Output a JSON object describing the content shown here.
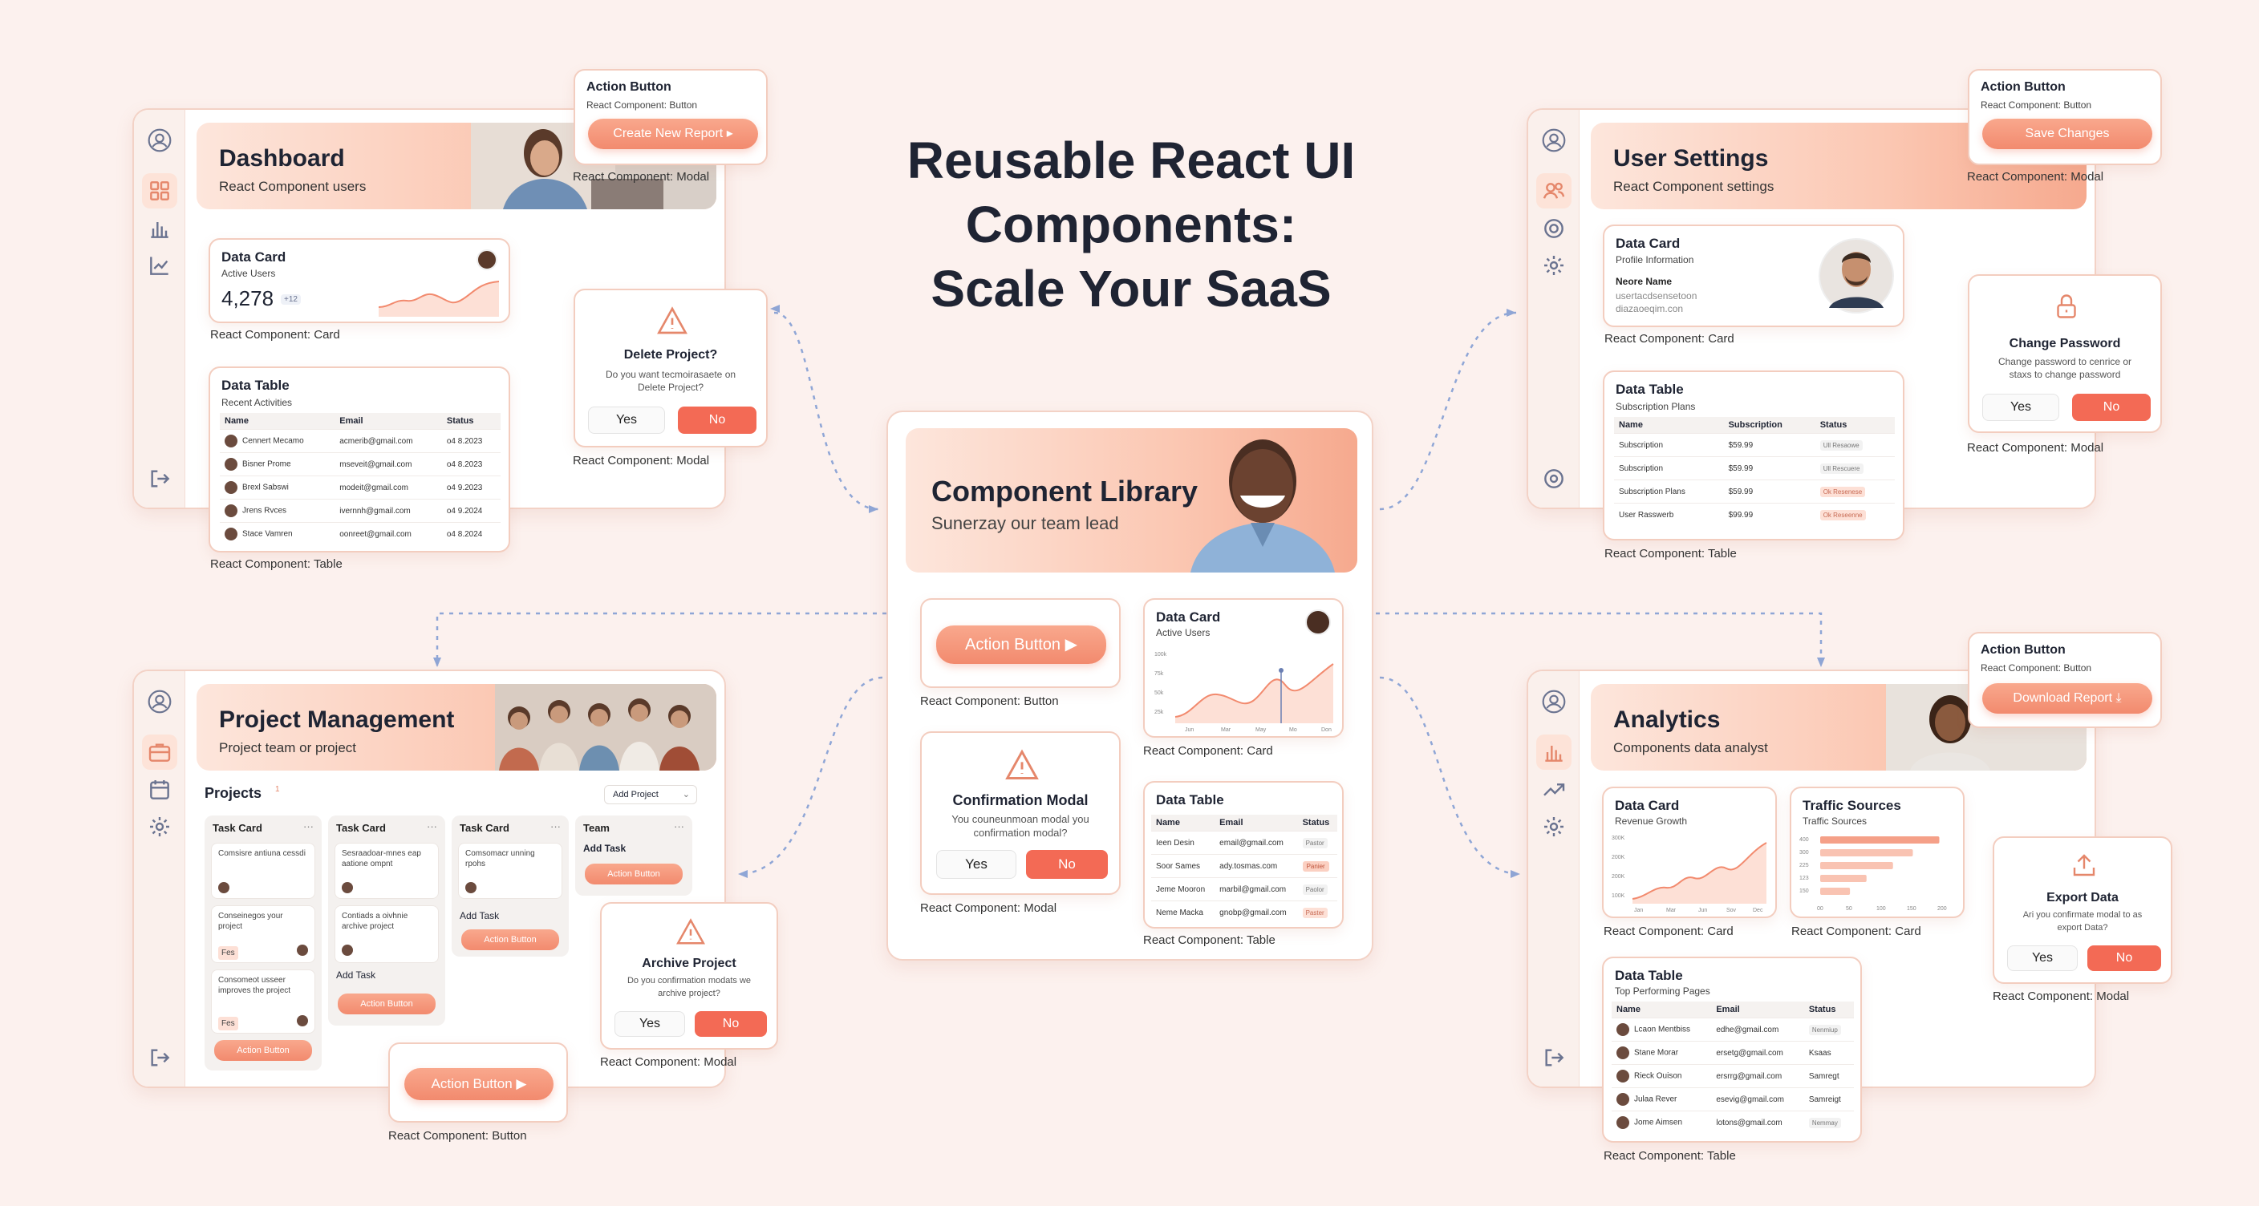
{
  "title": {
    "line1": "Reusable React UI",
    "line2": "Components:",
    "line3": "Scale Your SaaS"
  },
  "colors": {
    "accent": "#f28a6e",
    "no": "#f36a55",
    "background": "#fcf1ee",
    "text": "#1f2433"
  },
  "dashboard": {
    "title": "Dashboard",
    "subtitle": "React Component users",
    "action": {
      "title": "Action Button",
      "sub": "React Component: Button",
      "label": "Create New Report",
      "caption": "React Component: Modal"
    },
    "card": {
      "title": "Data Card",
      "sub": "Active Users",
      "value": "4,278",
      "badge": "+12",
      "caption": "React Component: Card"
    },
    "table": {
      "title": "Data Table",
      "sub": "Recent Activities",
      "headers": [
        "Name",
        "Email",
        "Status"
      ],
      "rows": [
        [
          "Cennert Mecamo",
          "acmerib@gmail.com",
          "o4 8.2023"
        ],
        [
          "Bisner Prome",
          "mseveit@gmail.com",
          "o4 8.2023"
        ],
        [
          "Brexl Sabswi",
          "modeit@gmail.com",
          "o4 9.2023"
        ],
        [
          "Jrens Rvces",
          "ivernnh@gmail.com",
          "o4 9.2024"
        ],
        [
          "Stace Vamren",
          "oonreet@gmail.com",
          "o4 8.2024"
        ]
      ],
      "caption": "React Component: Table"
    },
    "modal": {
      "title": "Delete Project?",
      "body1": "Do you want tecmoirasaete on",
      "body2": "Delete Project?",
      "yes": "Yes",
      "no": "No",
      "caption": "React Component: Modal"
    }
  },
  "settings": {
    "title": "User Settings",
    "subtitle": "React Component settings",
    "action": {
      "title": "Action Button",
      "sub": "React Component: Button",
      "label": "Save Changes",
      "caption": "React Component: Modal"
    },
    "card": {
      "title": "Data Card",
      "sub": "Profile Information",
      "name": "Neore Name",
      "line1": "usertacdsensetoon",
      "line2": "diazaoeqim.con",
      "caption": "React Component: Card"
    },
    "table": {
      "title": "Data Table",
      "sub": "Subscription Plans",
      "headers": [
        "Name",
        "Subscription",
        "Status"
      ],
      "rows": [
        [
          "Subscription",
          "$59.99",
          "Ull Resaowe"
        ],
        [
          "Subscription",
          "$59.99",
          "Ull Rescuere"
        ],
        [
          "Subscription Plans",
          "$59.99",
          "Ok Resenese"
        ],
        [
          "User Rasswerb",
          "$99.99",
          "Ok Reseenne"
        ]
      ],
      "caption": "React Component: Table"
    },
    "modal": {
      "title": "Change Password",
      "body1": "Change password to cenrice or",
      "body2": "staxs to change password",
      "yes": "Yes",
      "no": "No",
      "caption": "React Component: Modal"
    }
  },
  "library": {
    "title": "Component Library",
    "subtitle": "Sunerzay our team lead",
    "button": {
      "label": "Action Button",
      "caption": "React Component: Button"
    },
    "card": {
      "title": "Data Card",
      "sub": "Active Users",
      "yticks": [
        "100k",
        "75k",
        "50k",
        "25k"
      ],
      "xticks": [
        "Jun",
        "Mar",
        "May",
        "Mo",
        "Don"
      ],
      "caption": "React Component: Card"
    },
    "modal": {
      "title": "Confirmation Modal",
      "body1": "You couneunmoan modal you",
      "body2": "confirmation modal?",
      "yes": "Yes",
      "no": "No",
      "caption": "React Component: Modal"
    },
    "table": {
      "title": "Data Table",
      "headers": [
        "Name",
        "Email",
        "Status"
      ],
      "rows": [
        [
          "Ieen Desin",
          "email@gmail.com",
          "Pastor"
        ],
        [
          "Soor Sames",
          "ady.tosmas.com",
          "Panier"
        ],
        [
          "Jeme Mooron",
          "marbil@gmail.com",
          "Paolor"
        ],
        [
          "Neme Macka",
          "gnobp@gmail.com",
          "Paster"
        ]
      ],
      "caption": "React Component: Table"
    }
  },
  "project": {
    "title": "Project Management",
    "subtitle": "Project team or project",
    "projects_label": "Projects",
    "projects_count": "1",
    "add_project": "Add Project",
    "columns": [
      {
        "title": "Task Card",
        "tasks": [
          "Comsisre antiuna cessdi",
          "Conseinegos your project",
          "Consomeot usseer improves the project"
        ],
        "btn": "Action Button"
      },
      {
        "title": "Task Card",
        "tasks": [
          "Sesraadoar-mnes eap aatione ompnt",
          "Contiads a oivhnie archive project"
        ],
        "add": "Add Task",
        "btn": "Action Button"
      },
      {
        "title": "Task Card",
        "tasks": [
          "Comsomacr unning rpohs"
        ],
        "add": "Add Task",
        "btn": "Action Button"
      },
      {
        "title": "Team",
        "add": "Add Task",
        "btn": "Action Button"
      }
    ],
    "tag": "Fes",
    "button": {
      "label": "Action Button",
      "caption": "React Component: Button"
    },
    "modal": {
      "title": "Archive Project",
      "body1": "Do you confirmation modats we",
      "body2": "archive project?",
      "yes": "Yes",
      "no": "No",
      "caption": "React Component: Modal"
    }
  },
  "analytics": {
    "title": "Analytics",
    "subtitle": "Components data analyst",
    "action": {
      "title": "Action Button",
      "sub": "React Component: Button",
      "label": "Download Report"
    },
    "card1": {
      "title": "Data Card",
      "sub": "Revenue Growth",
      "yticks": [
        "300K",
        "200K",
        "200K",
        "100K"
      ],
      "xticks": [
        "Jan",
        "Mar",
        "Jun",
        "Sov",
        "Dec"
      ],
      "caption": "React Component: Card"
    },
    "card2": {
      "title": "Traffic Sources",
      "sub": "Traffic Sources",
      "yticks": [
        "400",
        "300",
        "225",
        "123",
        "150"
      ],
      "xticks": [
        "00",
        "50",
        "100",
        "150",
        "200"
      ],
      "values": [
        180,
        140,
        110,
        70,
        45
      ],
      "caption": "React Component: Card"
    },
    "table": {
      "title": "Data Table",
      "sub": "Top Performing Pages",
      "headers": [
        "Name",
        "Email",
        "Status"
      ],
      "rows": [
        [
          "Lcaon Mentbiss",
          "edhe@gmail.com",
          "Nenmiup"
        ],
        [
          "Stane Morar",
          "ersetg@gmail.com",
          "Ksaas"
        ],
        [
          "Rieck Ouison",
          "ersrrg@gmail.com",
          "Samregt"
        ],
        [
          "Julaa Rever",
          "esevig@gmail.com",
          "Samreigt"
        ],
        [
          "Jome Aimsen",
          "lotons@gmail.com",
          "Nemmay"
        ]
      ],
      "caption": "React Component: Table"
    },
    "modal": {
      "title": "Export Data",
      "body1": "Ari you confirmate modal to as",
      "body2": "export Data?",
      "yes": "Yes",
      "no": "No",
      "caption": "React Component: Modal"
    }
  }
}
